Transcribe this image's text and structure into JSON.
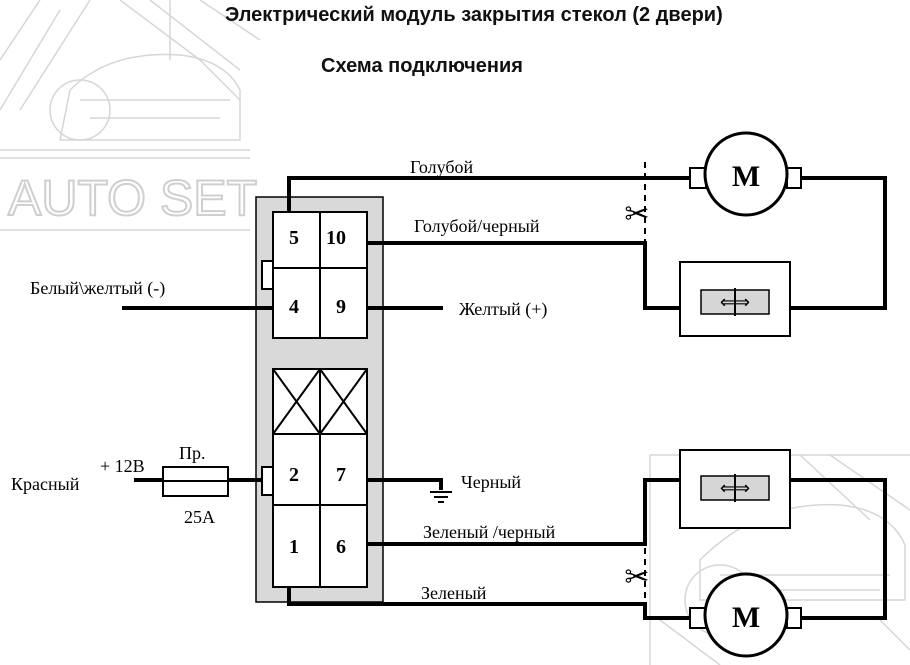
{
  "title": "Электрический модуль закрытия стекол (2 двери)",
  "subtitle": "Схема подключения",
  "watermark": "AUTO SET",
  "module": {
    "upper_pins": [
      "5",
      "10",
      "4",
      "9"
    ],
    "lower_pins": [
      "2",
      "7",
      "1",
      "6"
    ]
  },
  "wires": {
    "blue": "Голубой",
    "blue_black": "Голубой/черный",
    "white_yellow": "Белый\\желтый (-)",
    "yellow": "Желтый (+)",
    "red": "Красный",
    "plus12": "+ 12В",
    "fuse": "Пр.",
    "fuse_rating": "25А",
    "black": "Черный",
    "green_black": "Зеленый /черный",
    "green": "Зеленый"
  },
  "motor_label": "M",
  "switch_arrows": "⇐⇒",
  "scissors": "✂",
  "colors": {
    "line": "#000000",
    "module_fill": "#d9d9d9",
    "switch_fill": "#d6d6d6",
    "watermark": "#cfcfcf"
  }
}
